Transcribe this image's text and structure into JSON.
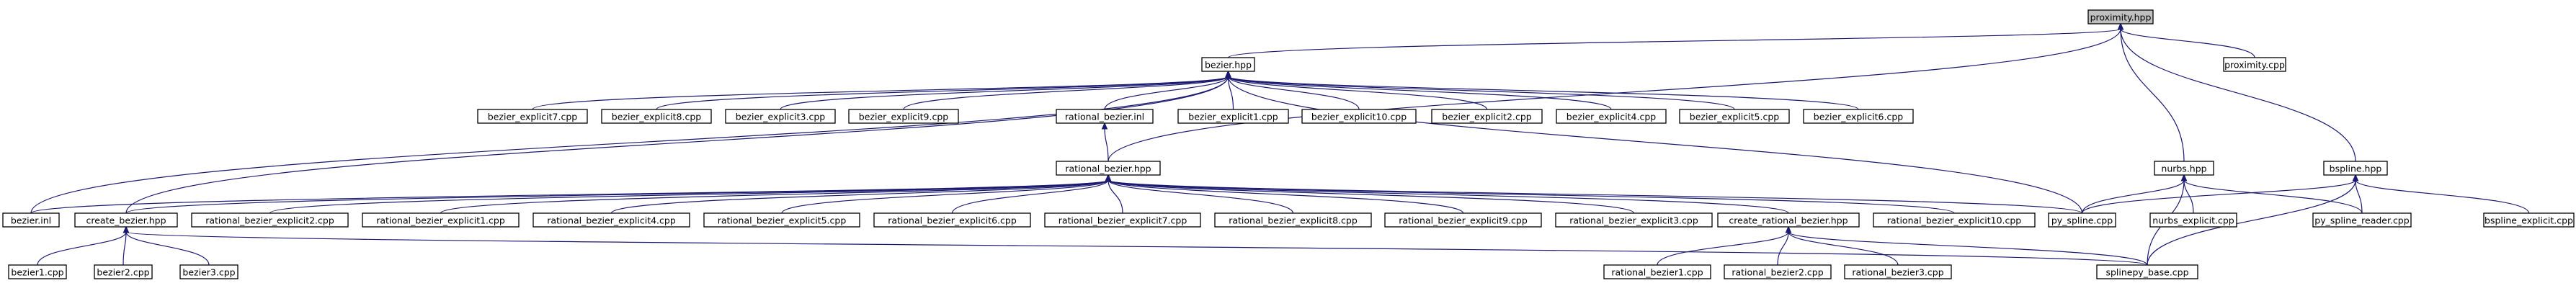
{
  "colors": {
    "edge": "#191970",
    "root_fill": "#bfbfbf",
    "node_fill": "#ffffff",
    "border": "#000000"
  },
  "nodes": {
    "proximity_hpp": "proximity.hpp",
    "bezier_hpp": "bezier.hpp",
    "proximity_cpp": "proximity.cpp",
    "bezier_explicit7": "bezier_explicit7.cpp",
    "bezier_explicit8": "bezier_explicit8.cpp",
    "bezier_explicit3": "bezier_explicit3.cpp",
    "bezier_explicit9": "bezier_explicit9.cpp",
    "rational_bezier_inl": "rational_bezier.inl",
    "bezier_explicit1": "bezier_explicit1.cpp",
    "bezier_explicit10": "bezier_explicit10.cpp",
    "bezier_explicit2": "bezier_explicit2.cpp",
    "bezier_explicit4": "bezier_explicit4.cpp",
    "bezier_explicit5": "bezier_explicit5.cpp",
    "bezier_explicit6": "bezier_explicit6.cpp",
    "rational_bezier_hpp": "rational_bezier.hpp",
    "nurbs_hpp": "nurbs.hpp",
    "bspline_hpp": "bspline.hpp",
    "bezier_inl": "bezier.inl",
    "create_bezier_hpp": "create_bezier.hpp",
    "rational_bezier_explicit2": "rational_bezier_explicit2.cpp",
    "rational_bezier_explicit1": "rational_bezier_explicit1.cpp",
    "rational_bezier_explicit4": "rational_bezier_explicit4.cpp",
    "rational_bezier_explicit5": "rational_bezier_explicit5.cpp",
    "rational_bezier_explicit6": "rational_bezier_explicit6.cpp",
    "rational_bezier_explicit7": "rational_bezier_explicit7.cpp",
    "rational_bezier_explicit8": "rational_bezier_explicit8.cpp",
    "rational_bezier_explicit9": "rational_bezier_explicit9.cpp",
    "rational_bezier_explicit3": "rational_bezier_explicit3.cpp",
    "create_rational_bezier_hpp": "create_rational_bezier.hpp",
    "rational_bezier_explicit10": "rational_bezier_explicit10.cpp",
    "py_spline_cpp": "py_spline.cpp",
    "nurbs_explicit_cpp": "nurbs_explicit.cpp",
    "py_spline_reader_cpp": "py_spline_reader.cpp",
    "bspline_explicit_cpp": "bspline_explicit.cpp",
    "bezier1_cpp": "bezier1.cpp",
    "bezier2_cpp": "bezier2.cpp",
    "bezier3_cpp": "bezier3.cpp",
    "rational_bezier1_cpp": "rational_bezier1.cpp",
    "rational_bezier2_cpp": "rational_bezier2.cpp",
    "rational_bezier3_cpp": "rational_bezier3.cpp",
    "splinepy_base_cpp": "splinepy_base.cpp"
  },
  "edges": [
    [
      "proximity_hpp",
      "bezier_hpp"
    ],
    [
      "proximity_hpp",
      "proximity_cpp"
    ],
    [
      "proximity_hpp",
      "rational_bezier_hpp"
    ],
    [
      "proximity_hpp",
      "nurbs_hpp"
    ],
    [
      "proximity_hpp",
      "bspline_hpp"
    ],
    [
      "bezier_hpp",
      "bezier_explicit7"
    ],
    [
      "bezier_hpp",
      "bezier_explicit8"
    ],
    [
      "bezier_hpp",
      "bezier_explicit3"
    ],
    [
      "bezier_hpp",
      "bezier_explicit9"
    ],
    [
      "bezier_hpp",
      "rational_bezier_inl"
    ],
    [
      "bezier_hpp",
      "bezier_explicit1"
    ],
    [
      "bezier_hpp",
      "bezier_explicit10"
    ],
    [
      "bezier_hpp",
      "bezier_explicit2"
    ],
    [
      "bezier_hpp",
      "bezier_explicit4"
    ],
    [
      "bezier_hpp",
      "bezier_explicit5"
    ],
    [
      "bezier_hpp",
      "bezier_explicit6"
    ],
    [
      "bezier_hpp",
      "bezier_inl"
    ],
    [
      "bezier_hpp",
      "create_bezier_hpp"
    ],
    [
      "bezier_hpp",
      "py_spline_cpp"
    ],
    [
      "rational_bezier_inl",
      "rational_bezier_hpp"
    ],
    [
      "rational_bezier_hpp",
      "bezier_inl"
    ],
    [
      "rational_bezier_hpp",
      "create_bezier_hpp"
    ],
    [
      "rational_bezier_hpp",
      "rational_bezier_explicit2"
    ],
    [
      "rational_bezier_hpp",
      "rational_bezier_explicit1"
    ],
    [
      "rational_bezier_hpp",
      "rational_bezier_explicit4"
    ],
    [
      "rational_bezier_hpp",
      "rational_bezier_explicit5"
    ],
    [
      "rational_bezier_hpp",
      "rational_bezier_explicit6"
    ],
    [
      "rational_bezier_hpp",
      "rational_bezier_explicit7"
    ],
    [
      "rational_bezier_hpp",
      "rational_bezier_explicit8"
    ],
    [
      "rational_bezier_hpp",
      "rational_bezier_explicit9"
    ],
    [
      "rational_bezier_hpp",
      "rational_bezier_explicit3"
    ],
    [
      "rational_bezier_hpp",
      "create_rational_bezier_hpp"
    ],
    [
      "rational_bezier_hpp",
      "rational_bezier_explicit10"
    ],
    [
      "rational_bezier_hpp",
      "py_spline_cpp"
    ],
    [
      "nurbs_hpp",
      "py_spline_cpp"
    ],
    [
      "nurbs_hpp",
      "nurbs_explicit_cpp"
    ],
    [
      "nurbs_hpp",
      "py_spline_reader_cpp"
    ],
    [
      "nurbs_hpp",
      "splinepy_base_cpp"
    ],
    [
      "bspline_hpp",
      "py_spline_cpp"
    ],
    [
      "bspline_hpp",
      "py_spline_reader_cpp"
    ],
    [
      "bspline_hpp",
      "bspline_explicit_cpp"
    ],
    [
      "bspline_hpp",
      "splinepy_base_cpp"
    ],
    [
      "create_bezier_hpp",
      "bezier1_cpp"
    ],
    [
      "create_bezier_hpp",
      "bezier2_cpp"
    ],
    [
      "create_bezier_hpp",
      "bezier3_cpp"
    ],
    [
      "create_bezier_hpp",
      "splinepy_base_cpp"
    ],
    [
      "create_rational_bezier_hpp",
      "rational_bezier1_cpp"
    ],
    [
      "create_rational_bezier_hpp",
      "rational_bezier2_cpp"
    ],
    [
      "create_rational_bezier_hpp",
      "rational_bezier3_cpp"
    ],
    [
      "create_rational_bezier_hpp",
      "splinepy_base_cpp"
    ]
  ]
}
